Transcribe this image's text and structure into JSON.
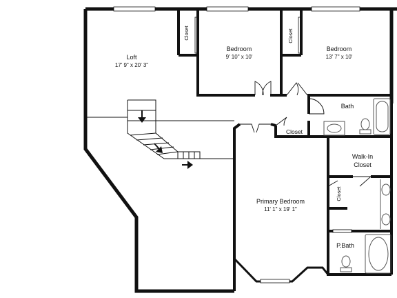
{
  "rooms": {
    "loft": {
      "name": "Loft",
      "dims": "17' 9\" x 20' 3\""
    },
    "bedroom_1": {
      "name": "Bedroom",
      "dims": "9' 10\" x 10'"
    },
    "bedroom_2": {
      "name": "Bedroom",
      "dims": "13' 7\" x 10'"
    },
    "bath": {
      "name": "Bath"
    },
    "walk_in_closet": {
      "name_line1": "Walk-In",
      "name_line2": "Closet"
    },
    "primary_bedroom": {
      "name": "Primary Bedroom",
      "dims": "11' 1\" x 19' 1\""
    },
    "p_bath": {
      "name": "P.Bath"
    }
  },
  "closets": {
    "bedroom_1_closet": "Closet",
    "bedroom_2_closet": "Closet",
    "hall_closet": "Closet",
    "primary_closet": "Closet"
  },
  "colors": {
    "wall": "#111111",
    "fixture": "#555555",
    "window": "#ffffff"
  },
  "icons": [
    "stair-arrow-icon",
    "door-swing-icon",
    "bathtub-icon",
    "toilet-icon",
    "sink-icon"
  ]
}
